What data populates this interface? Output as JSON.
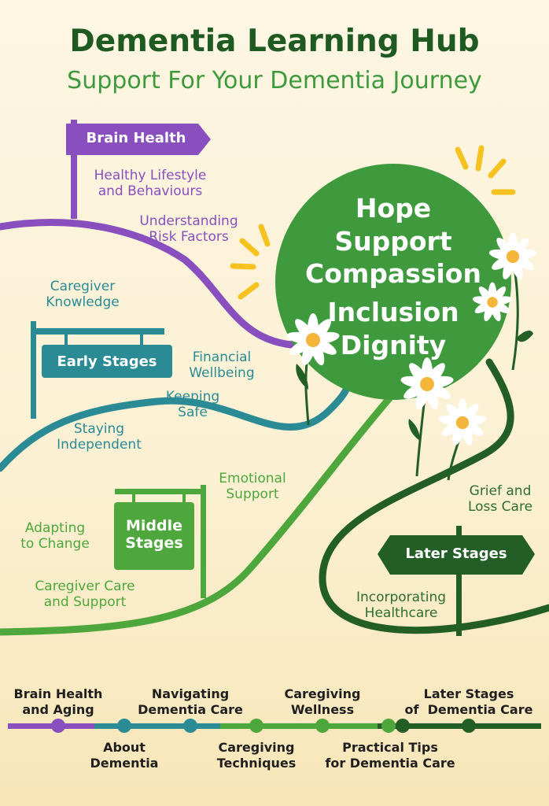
{
  "header": {
    "title": "Dementia Learning Hub",
    "subtitle": "Support For Your Dementia Journey"
  },
  "colors": {
    "brain_health": "#8a4fbf",
    "early_stages": "#2a8b95",
    "middle_stages": "#4ea73c",
    "later_stages": "#245e27",
    "circle": "#3f9a3e",
    "title": "#1e5a22"
  },
  "circle": {
    "values": [
      "Hope",
      "Support",
      "Compassion",
      "Inclusion",
      "Dignity"
    ]
  },
  "paths": {
    "brain_health": {
      "sign": "Brain Health",
      "topics": [
        "Healthy Lifestyle\nand Behaviours",
        "Understanding\nRisk Factors"
      ]
    },
    "early_stages": {
      "sign": "Early Stages",
      "topics": [
        "Caregiver\nKnowledge",
        "Financial\nWellbeing",
        "Keeping\nSafe",
        "Staying\nIndependent"
      ]
    },
    "middle_stages": {
      "sign": "Middle\nStages",
      "topics": [
        "Emotional\nSupport",
        "Adapting\nto Change",
        "Caregiver Care\nand Support"
      ]
    },
    "later_stages": {
      "sign": "Later Stages",
      "topics": [
        "Grief and\nLoss Care",
        "Incorporating\nHealthcare"
      ]
    }
  },
  "timeline": {
    "top": [
      "Brain Health\nand Aging",
      "Navigating\nDementia Care",
      "Caregiving\nWellness",
      "Later Stages\nof  Dementia Care"
    ],
    "bottom": [
      "About\nDementia",
      "Caregiving\nTechniques",
      "Practical Tips\nfor Dementia Care"
    ]
  }
}
